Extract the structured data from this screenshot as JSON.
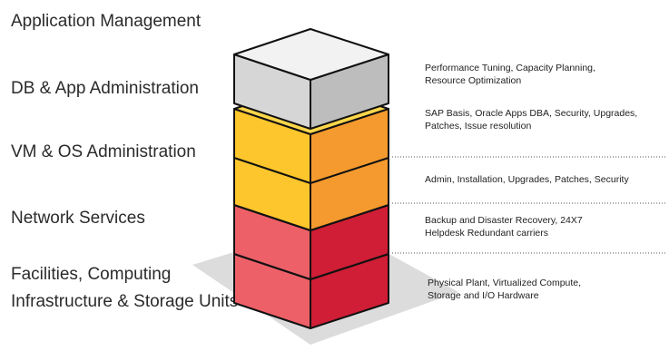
{
  "diagram": {
    "layers": [
      {
        "label": "Application Management",
        "description": [
          "Performance Tuning, Capacity Planning,",
          "Resource Optimization"
        ],
        "color": "gray"
      },
      {
        "label": "DB & App Administration",
        "description": [
          "SAP Basis, Oracle Apps DBA, Security,  Upgrades,",
          "Patches, Issue resolution"
        ],
        "color": "yellow"
      },
      {
        "label": "VM & OS Administration",
        "description": [
          "Admin, Installation, Upgrades, Patches, Security"
        ],
        "color": "yellow"
      },
      {
        "label": "Network Services",
        "description": [
          "Backup and Disaster Recovery, 24X7",
          "Helpdesk Redundant carriers"
        ],
        "color": "red"
      },
      {
        "label": "Facilities, Computing",
        "label2": "Infrastructure & Storage Units",
        "description": [
          "Physical Plant, Virtualized Compute,",
          "Storage and I/O Hardware"
        ],
        "color": "red"
      }
    ],
    "colors": {
      "gray_top": "#f2f2f2",
      "gray_left": "#d6d6d6",
      "gray_right": "#bdbdbd",
      "yellow_top": "#fdd64a",
      "yellow_left": "#fcc62c",
      "yellow_right": "#f59a2e",
      "red_top": "#ec5b63",
      "red_left": "#ee6068",
      "red_right": "#cf1e35",
      "shadow": "#dcdcdc",
      "outline": "#111111"
    }
  }
}
